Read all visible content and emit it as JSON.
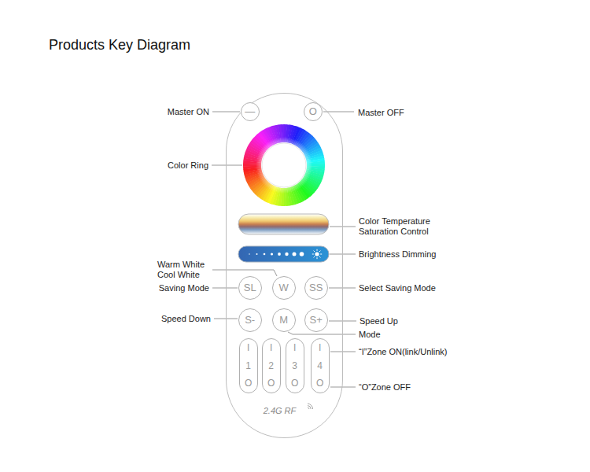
{
  "diagram": {
    "title": "Products Key Diagram",
    "nodes": [
      {
        "text": [
          "2.4G RF"
        ]
      },
      {
        "text": [
          "—"
        ],
        "in": 0
      },
      {
        "text": [
          "O"
        ],
        "in": 0
      },
      {
        "text": [
          "SL"
        ],
        "in": 0
      },
      {
        "text": [
          "W"
        ],
        "in": 0
      },
      {
        "text": [
          "SS"
        ],
        "in": 0
      },
      {
        "text": [
          "S-"
        ],
        "in": 0
      },
      {
        "text": [
          "M"
        ],
        "in": 0
      },
      {
        "text": [
          "S+"
        ],
        "in": 0
      },
      {
        "text": [
          "I",
          "1",
          "O"
        ],
        "in": 0
      },
      {
        "text": [
          "I",
          "2",
          "O"
        ],
        "in": 0
      },
      {
        "text": [
          "I",
          "3",
          "O"
        ],
        "in": 0
      },
      {
        "text": [
          "I",
          "4",
          "O"
        ],
        "in": 0
      }
    ],
    "labels": [
      "Master ON",
      "Master OFF",
      "Color Ring",
      "Color Temperature Saturation Control",
      "Brightness Dimming",
      "Warm White Cool White",
      "Saving Mode",
      "Select Saving Mode",
      "Speed Down",
      "Speed Up",
      "Mode",
      "“I”Zone ON(link/Unlink)",
      "“O”Zone OFF"
    ]
  }
}
